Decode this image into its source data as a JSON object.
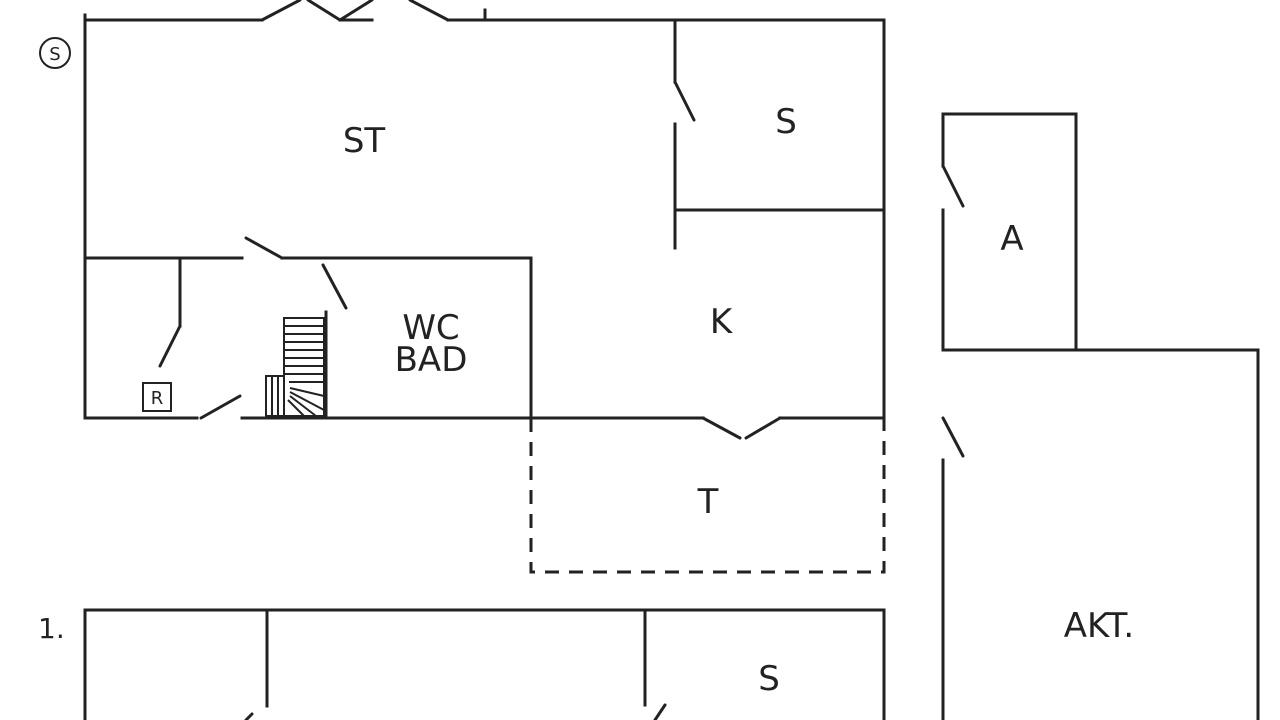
{
  "colors": {
    "line": "#222222",
    "background": "#ffffff"
  },
  "markers": {
    "ground_floor": "S",
    "first_floor": "1."
  },
  "rooms": {
    "st": "ST",
    "s_top": "S",
    "a": "A",
    "wc": "WC",
    "bad": "BAD",
    "k": "K",
    "t": "T",
    "akt": "AKT.",
    "s_bottom": "S"
  },
  "symbols": {
    "r_box": "R"
  },
  "icons": {
    "stairs": "stairs-icon",
    "door_swing": "door-swing-icon"
  }
}
